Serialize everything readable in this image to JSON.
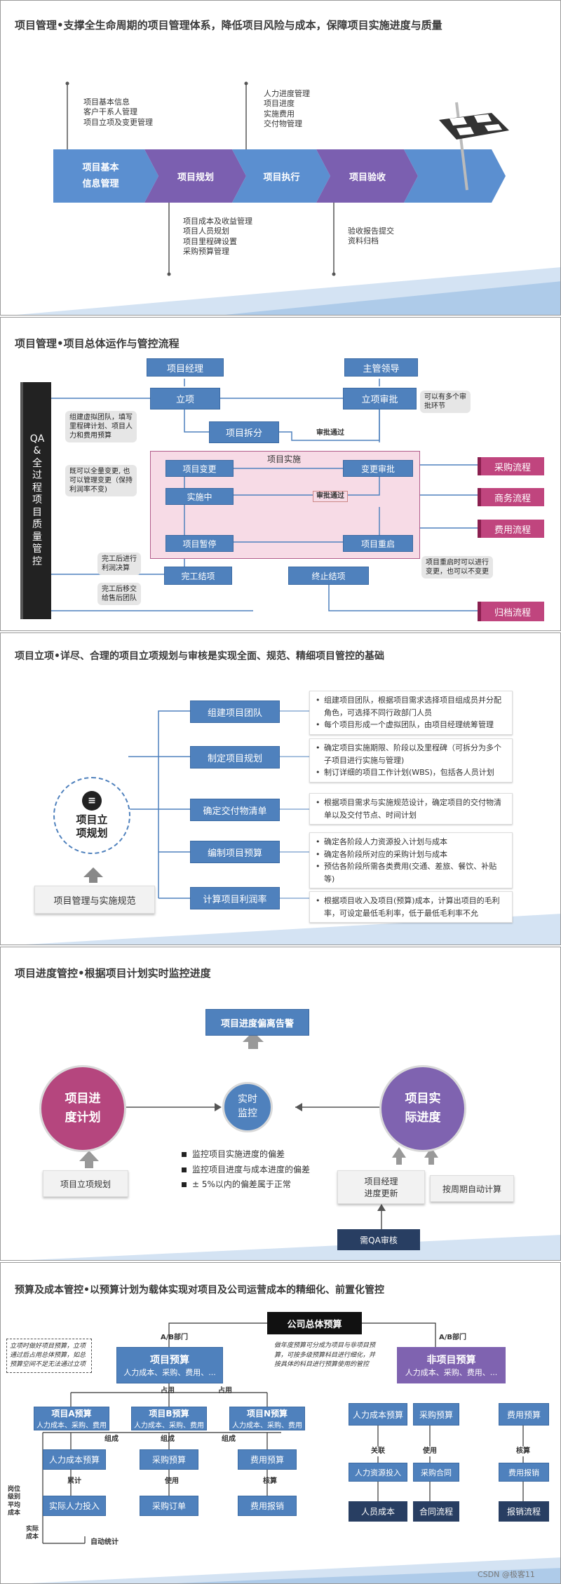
{
  "p1": {
    "title": "项目管理•支撑全生命周期的项目管理体系，降低项目风险与成本，保障项目实施进度与质量",
    "stages": [
      "项目基本\n信息管理",
      "项目规划",
      "项目执行",
      "项目验收"
    ],
    "up1": [
      "项目基本信息",
      "客户干系人管理",
      "项目立项及变更管理"
    ],
    "up2": [
      "人力进度管理",
      "项目进度",
      "实施费用",
      "交付物管理"
    ],
    "down1": [
      "项目成本及收益管理",
      "项目人员规划",
      "项目里程碑设置",
      "采购预算管理"
    ],
    "down2": [
      "验收报告提交",
      "资料归档"
    ]
  },
  "p2": {
    "title": "项目管理•项目总体运作与管控流程",
    "side": "QA\n&\n全\n过\n程\n项\n目\n质\n量\n管\n控",
    "pm": "项目经理",
    "lead": "主管领导",
    "lixiang": "立项",
    "shenpi": "立项审批",
    "chaifen": "项目拆分",
    "shishi": "项目实施",
    "biangeng": "项目变更",
    "biangengsp": "变更审批",
    "shishizhong": "实施中",
    "zanting": "项目暂停",
    "chongqi": "项目重启",
    "wangong": "完工结项",
    "zhongzhi": "终止结项",
    "pass1": "审批通过",
    "pass2": "审批通过",
    "notes": [
      "组建虚拟团队，填写\n里程碑计划、项目人\n力和费用预算",
      "可以有多个审\n批环节",
      "既可以全量变更, 也\n可以管理变更（保持\n利润率不变)",
      "完工后进行\n利润决算",
      "完工后移交\n给售后团队",
      "项目重启时可以进行\n变更，也可以不变更"
    ],
    "flows": [
      "采购流程",
      "商务流程",
      "费用流程",
      "归档流程"
    ]
  },
  "p3": {
    "title": "项目立项•详尽、合理的项目立项规划与审核是实现全面、规范、精细项目管控的基础",
    "center": "项目立\n项规划",
    "base": "项目管理与实施规范",
    "items": [
      {
        "label": "组建项目团队",
        "bullets": [
          "组建项目团队，根据项目需求选择项目组成员并分配\n角色，可选择不同行政部门人员",
          "每个项目形成一个虚拟团队，由项目经理统筹管理"
        ]
      },
      {
        "label": "制定项目规划",
        "bullets": [
          "确定项目实施期限、阶段以及里程碑（可拆分为多个\n子项目进行实施与管理)",
          "制订详细的项目工作计划(WBS)，包括各人员计划"
        ]
      },
      {
        "label": "确定交付物清单",
        "bullets": [
          "根据项目需求与实施规范设计，确定项目的交付物清\n单以及交付节点、时间计划"
        ]
      },
      {
        "label": "编制项目预算",
        "bullets": [
          "确定各阶段人力资源投入计划与成本",
          "确定各阶段所对应的采购计划与成本",
          "预估各阶段所需各类费用(交通、差旅、餐饮、补贴等)"
        ]
      },
      {
        "label": "计算项目利润率",
        "bullets": [
          "根据项目收入及项目(预算)成本，计算出项目的毛利\n率，可设定最低毛利率，低于最低毛利率不允"
        ]
      }
    ]
  },
  "p4": {
    "title": "项目进度管控•根据项目计划实时监控进度",
    "alert": "项目进度偏离告警",
    "plan": "项目进\n度计划",
    "monitor": "实时\n监控",
    "actual": "项目实\n际进度",
    "lixiang": "项目立项规划",
    "update": "项目经理\n进度更新",
    "auto": "按周期自动计算",
    "qa": "需QA审核",
    "bullets": [
      "监控项目实施进度的偏差",
      "监控项目进度与成本进度的偏差",
      "± 5%以内的偏差属于正常"
    ]
  },
  "p5": {
    "title": "预算及成本管控•以预算计划为载体实现对项目及公司运营成本的精细化、前置化管控",
    "total": "公司总体预算",
    "ab1": "A/B部门",
    "ab2": "A/B部门",
    "proj": "项目预算",
    "proj_sub": "人力成本、采购、费用、...",
    "nonproj": "非项目预算",
    "nonproj_sub": "人力成本、采购、费用、...",
    "note_left": "立项时做好项目预算，立项\n通过后占用总体预算，如总\n预算空间不足无法通过立项",
    "note_mid": "做年度预算可分成为项目与非项目预\n算，可按多级预算科目进行细化，并\n按具体的科目进行预算使用的管控",
    "zhanyong": "占用",
    "zucheng": "组成",
    "subs": [
      {
        "t": "项目A预算",
        "s": "人力成本、采购、费用"
      },
      {
        "t": "项目B预算",
        "s": "人力成本、采购、费用"
      },
      {
        "t": "项目N预算",
        "s": "人力成本、采购、费用"
      }
    ],
    "mid": [
      "人力成本预算",
      "采购预算",
      "费用预算"
    ],
    "verbs": [
      "累计",
      "使用",
      "核算"
    ],
    "low": [
      "实际人力投入",
      "采购订单",
      "费用报销"
    ],
    "auto": "自动统计",
    "gangwei": "岗位\n级别\n平均\n成本",
    "shiji": "实际\n成本",
    "right_top": [
      "人力成本预算",
      "采购预算",
      "费用预算"
    ],
    "right_verbs": [
      "关联",
      "使用",
      "核算"
    ],
    "right_mid": [
      "人力资源投入",
      "采购合同",
      "费用报销"
    ],
    "right_low": [
      "人员成本",
      "合同流程",
      "报销流程"
    ],
    "watermark": "CSDN @极客11"
  }
}
